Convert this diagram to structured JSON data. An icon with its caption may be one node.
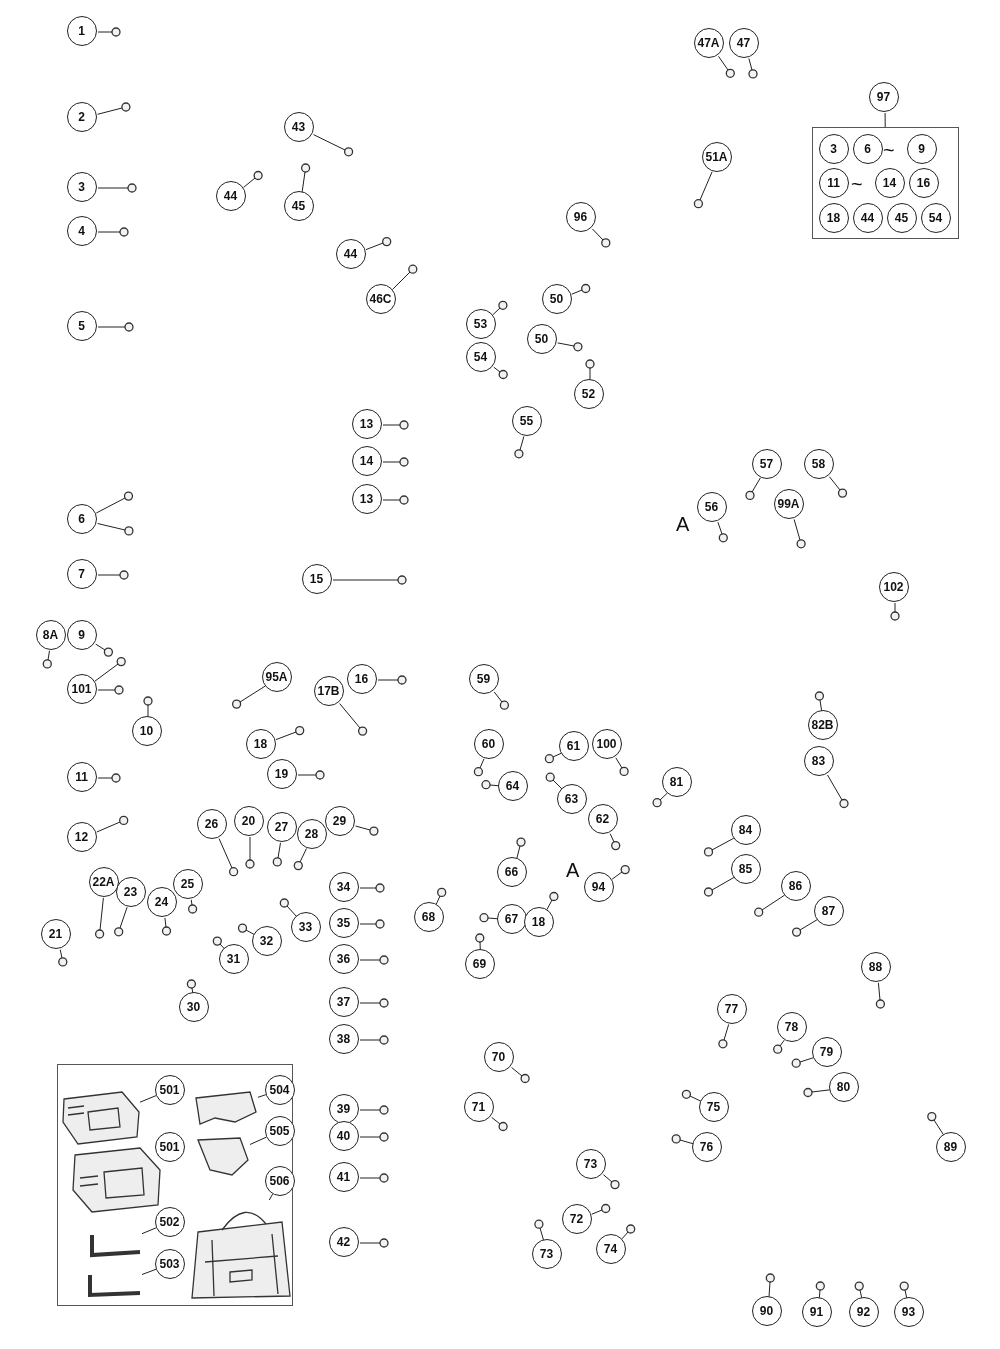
{
  "diagram": {
    "nodes": [
      {
        "text": [
          "1"
        ]
      },
      {
        "text": [
          "2"
        ]
      },
      {
        "text": [
          "3"
        ]
      },
      {
        "text": [
          "4"
        ]
      },
      {
        "text": [
          "5"
        ]
      },
      {
        "text": [
          "6"
        ]
      },
      {
        "text": [
          "7"
        ]
      },
      {
        "text": [
          "8A"
        ]
      },
      {
        "text": [
          "9"
        ]
      },
      {
        "text": [
          "101"
        ]
      },
      {
        "text": [
          "10"
        ]
      },
      {
        "text": [
          "11"
        ]
      },
      {
        "text": [
          "12"
        ]
      },
      {
        "text": [
          "43"
        ]
      },
      {
        "text": [
          "44"
        ]
      },
      {
        "text": [
          "45"
        ]
      },
      {
        "text": [
          "44"
        ]
      },
      {
        "text": [
          "46C"
        ]
      },
      {
        "text": [
          "53"
        ]
      },
      {
        "text": [
          "54"
        ]
      },
      {
        "text": [
          "50"
        ]
      },
      {
        "text": [
          "50"
        ]
      },
      {
        "text": [
          "52"
        ]
      },
      {
        "text": [
          "96"
        ]
      },
      {
        "text": [
          "51A"
        ]
      },
      {
        "text": [
          "47A"
        ]
      },
      {
        "text": [
          "47"
        ]
      },
      {
        "text": [
          "97"
        ]
      },
      {
        "text": [],
        "shape": "box"
      },
      {
        "text": [
          "3"
        ],
        "in": 28
      },
      {
        "text": [
          "6"
        ],
        "in": 28
      },
      {
        "text": [
          "9"
        ],
        "in": 28
      },
      {
        "text": [
          "11"
        ],
        "in": 28
      },
      {
        "text": [
          "14"
        ],
        "in": 28
      },
      {
        "text": [
          "16"
        ],
        "in": 28
      },
      {
        "text": [
          "18"
        ],
        "in": 28
      },
      {
        "text": [
          "44"
        ],
        "in": 28
      },
      {
        "text": [
          "45"
        ],
        "in": 28
      },
      {
        "text": [
          "54"
        ],
        "in": 28
      },
      {
        "text": [
          "13"
        ]
      },
      {
        "text": [
          "14"
        ]
      },
      {
        "text": [
          "13"
        ]
      },
      {
        "text": [
          "15"
        ]
      },
      {
        "text": [
          "16"
        ]
      },
      {
        "text": [
          "95A"
        ]
      },
      {
        "text": [
          "17B"
        ]
      },
      {
        "text": [
          "18"
        ]
      },
      {
        "text": [
          "19"
        ]
      },
      {
        "text": [
          "20"
        ]
      },
      {
        "text": [
          "26"
        ]
      },
      {
        "text": [
          "27"
        ]
      },
      {
        "text": [
          "28"
        ]
      },
      {
        "text": [
          "29"
        ]
      },
      {
        "text": [
          "22A"
        ]
      },
      {
        "text": [
          "21"
        ]
      },
      {
        "text": [
          "23"
        ]
      },
      {
        "text": [
          "24"
        ]
      },
      {
        "text": [
          "25"
        ]
      },
      {
        "text": [
          "30"
        ]
      },
      {
        "text": [
          "31"
        ]
      },
      {
        "text": [
          "32"
        ]
      },
      {
        "text": [
          "33"
        ]
      },
      {
        "text": [
          "34"
        ]
      },
      {
        "text": [
          "35"
        ]
      },
      {
        "text": [
          "36"
        ]
      },
      {
        "text": [
          "37"
        ]
      },
      {
        "text": [
          "38"
        ]
      },
      {
        "text": [
          "39"
        ]
      },
      {
        "text": [
          "40"
        ]
      },
      {
        "text": [
          "41"
        ]
      },
      {
        "text": [
          "42"
        ]
      },
      {
        "text": [
          "55"
        ]
      },
      {
        "text": [
          "56"
        ]
      },
      {
        "text": [
          "57"
        ]
      },
      {
        "text": [
          "58"
        ]
      },
      {
        "text": [
          "99A"
        ]
      },
      {
        "text": [
          "102"
        ]
      },
      {
        "text": [
          "59"
        ]
      },
      {
        "text": [
          "60"
        ]
      },
      {
        "text": [
          "61"
        ]
      },
      {
        "text": [
          "64"
        ]
      },
      {
        "text": [
          "63"
        ]
      },
      {
        "text": [
          "62"
        ]
      },
      {
        "text": [
          "100"
        ]
      },
      {
        "text": [
          "82B"
        ]
      },
      {
        "text": [
          "83"
        ]
      },
      {
        "text": [
          "81"
        ]
      },
      {
        "text": [
          "84"
        ]
      },
      {
        "text": [
          "85"
        ]
      },
      {
        "text": [
          "86"
        ]
      },
      {
        "text": [
          "87"
        ]
      },
      {
        "text": [
          "88"
        ]
      },
      {
        "text": [
          "66"
        ]
      },
      {
        "text": [
          "67"
        ]
      },
      {
        "text": [
          "68"
        ]
      },
      {
        "text": [
          "69"
        ]
      },
      {
        "text": [
          "18"
        ]
      },
      {
        "text": [
          "94"
        ]
      },
      {
        "text": [
          "77"
        ]
      },
      {
        "text": [
          "78"
        ]
      },
      {
        "text": [
          "79"
        ]
      },
      {
        "text": [
          "80"
        ]
      },
      {
        "text": [
          "75"
        ]
      },
      {
        "text": [
          "76"
        ]
      },
      {
        "text": [
          "70"
        ]
      },
      {
        "text": [
          "71"
        ]
      },
      {
        "text": [
          "73"
        ]
      },
      {
        "text": [
          "72"
        ]
      },
      {
        "text": [
          "73"
        ]
      },
      {
        "text": [
          "74"
        ]
      },
      {
        "text": [
          "89"
        ]
      },
      {
        "text": [
          "90"
        ]
      },
      {
        "text": [
          "91"
        ]
      },
      {
        "text": [
          "92"
        ]
      },
      {
        "text": [
          "93"
        ]
      },
      {
        "text": [],
        "shape": "box"
      },
      {
        "text": [
          "501"
        ],
        "in": 115
      },
      {
        "text": [
          "504"
        ],
        "in": 115
      },
      {
        "text": [
          "505"
        ],
        "in": 115
      },
      {
        "text": [
          "501"
        ],
        "in": 115
      },
      {
        "text": [
          "506"
        ],
        "in": 115
      },
      {
        "text": [
          "502"
        ],
        "in": 115
      },
      {
        "text": [
          "503"
        ],
        "in": 115
      },
      {
        "text": [],
        "shape": "picture",
        "in": 115
      },
      {
        "text": [],
        "shape": "picture",
        "in": 115
      },
      {
        "text": [],
        "shape": "picture",
        "in": 115
      },
      {
        "text": [],
        "shape": "picture",
        "in": 115
      },
      {
        "text": [],
        "shape": "picture",
        "in": 115
      },
      {
        "text": [],
        "shape": "picture",
        "in": 115
      },
      {
        "text": [],
        "shape": "picture",
        "in": 115
      }
    ],
    "edges": [
      {
        "from": 0,
        "to": null,
        "arrow": "none"
      },
      {
        "from": 1,
        "to": null,
        "arrow": "none"
      },
      {
        "from": 2,
        "to": null,
        "arrow": "none"
      },
      {
        "from": 3,
        "to": null,
        "arrow": "none"
      },
      {
        "from": 4,
        "to": null,
        "arrow": "none"
      },
      {
        "from": 5,
        "to": null,
        "arrow": "none"
      },
      {
        "from": 5,
        "to": null,
        "arrow": "none"
      },
      {
        "from": 6,
        "to": null,
        "arrow": "none"
      },
      {
        "from": 7,
        "to": null,
        "arrow": "none"
      },
      {
        "from": 8,
        "to": null,
        "arrow": "none"
      },
      {
        "from": 9,
        "to": null,
        "arrow": "none"
      },
      {
        "from": 9,
        "to": null,
        "arrow": "none"
      },
      {
        "from": 10,
        "to": null,
        "arrow": "none"
      },
      {
        "from": 11,
        "to": null,
        "arrow": "none"
      },
      {
        "from": 12,
        "to": null,
        "arrow": "none"
      },
      {
        "from": 13,
        "to": null,
        "arrow": "none"
      },
      {
        "from": 14,
        "to": null,
        "arrow": "none"
      },
      {
        "from": 15,
        "to": null,
        "arrow": "none"
      },
      {
        "from": 16,
        "to": null,
        "arrow": "none"
      },
      {
        "from": 17,
        "to": null,
        "arrow": "none"
      },
      {
        "from": 18,
        "to": null,
        "arrow": "none"
      },
      {
        "from": 19,
        "to": null,
        "arrow": "none"
      },
      {
        "from": 20,
        "to": null,
        "arrow": "none"
      },
      {
        "from": 21,
        "to": null,
        "arrow": "none"
      },
      {
        "from": 22,
        "to": null,
        "arrow": "none"
      },
      {
        "from": 23,
        "to": null,
        "arrow": "none"
      },
      {
        "from": 24,
        "to": null,
        "arrow": "none"
      },
      {
        "from": 25,
        "to": null,
        "arrow": "none"
      },
      {
        "from": 26,
        "to": null,
        "arrow": "none"
      },
      {
        "from": 27,
        "to": 28,
        "arrow": "none"
      },
      {
        "from": 39,
        "to": null,
        "arrow": "none"
      },
      {
        "from": 40,
        "to": null,
        "arrow": "none"
      },
      {
        "from": 41,
        "to": null,
        "arrow": "none"
      },
      {
        "from": 42,
        "to": null,
        "arrow": "none"
      },
      {
        "from": 43,
        "to": null,
        "arrow": "none"
      },
      {
        "from": 44,
        "to": null,
        "arrow": "none"
      },
      {
        "from": 45,
        "to": null,
        "arrow": "none"
      },
      {
        "from": 46,
        "to": null,
        "arrow": "none"
      },
      {
        "from": 47,
        "to": null,
        "arrow": "none"
      },
      {
        "from": 48,
        "to": null,
        "arrow": "none"
      },
      {
        "from": 49,
        "to": null,
        "arrow": "none"
      },
      {
        "from": 50,
        "to": null,
        "arrow": "none"
      },
      {
        "from": 51,
        "to": null,
        "arrow": "none"
      },
      {
        "from": 52,
        "to": null,
        "arrow": "none"
      },
      {
        "from": 53,
        "to": null,
        "arrow": "none"
      },
      {
        "from": 54,
        "to": null,
        "arrow": "none"
      },
      {
        "from": 55,
        "to": null,
        "arrow": "none"
      },
      {
        "from": 56,
        "to": null,
        "arrow": "none"
      },
      {
        "from": 57,
        "to": null,
        "arrow": "none"
      },
      {
        "from": 58,
        "to": null,
        "arrow": "none"
      },
      {
        "from": 59,
        "to": null,
        "arrow": "none"
      },
      {
        "from": 60,
        "to": null,
        "arrow": "none"
      },
      {
        "from": 61,
        "to": null,
        "arrow": "none"
      },
      {
        "from": 62,
        "to": null,
        "arrow": "none"
      },
      {
        "from": 63,
        "to": null,
        "arrow": "none"
      },
      {
        "from": 64,
        "to": null,
        "arrow": "none"
      },
      {
        "from": 65,
        "to": null,
        "arrow": "none"
      },
      {
        "from": 66,
        "to": null,
        "arrow": "none"
      },
      {
        "from": 67,
        "to": null,
        "arrow": "none"
      },
      {
        "from": 68,
        "to": null,
        "arrow": "none"
      },
      {
        "from": 69,
        "to": null,
        "arrow": "none"
      },
      {
        "from": 70,
        "to": null,
        "arrow": "none"
      },
      {
        "from": 71,
        "to": null,
        "arrow": "none"
      },
      {
        "from": 72,
        "to": null,
        "arrow": "none"
      },
      {
        "from": 73,
        "to": null,
        "arrow": "none"
      },
      {
        "from": 74,
        "to": null,
        "arrow": "none"
      },
      {
        "from": 75,
        "to": null,
        "arrow": "none"
      },
      {
        "from": 76,
        "to": null,
        "arrow": "none"
      },
      {
        "from": 77,
        "to": null,
        "arrow": "none"
      },
      {
        "from": 78,
        "to": null,
        "arrow": "none"
      },
      {
        "from": 79,
        "to": null,
        "arrow": "none"
      },
      {
        "from": 80,
        "to": null,
        "arrow": "none"
      },
      {
        "from": 81,
        "to": null,
        "arrow": "none"
      },
      {
        "from": 82,
        "to": null,
        "arrow": "none"
      },
      {
        "from": 83,
        "to": null,
        "arrow": "none"
      },
      {
        "from": 84,
        "to": null,
        "arrow": "none"
      },
      {
        "from": 85,
        "to": null,
        "arrow": "none"
      },
      {
        "from": 86,
        "to": null,
        "arrow": "none"
      },
      {
        "from": 87,
        "to": null,
        "arrow": "none"
      },
      {
        "from": 88,
        "to": null,
        "arrow": "none"
      },
      {
        "from": 89,
        "to": null,
        "arrow": "none"
      },
      {
        "from": 90,
        "to": null,
        "arrow": "none"
      },
      {
        "from": 91,
        "to": null,
        "arrow": "none"
      },
      {
        "from": 92,
        "to": null,
        "arrow": "none"
      },
      {
        "from": 93,
        "to": null,
        "arrow": "none"
      },
      {
        "from": 94,
        "to": null,
        "arrow": "none"
      },
      {
        "from": 95,
        "to": null,
        "arrow": "none"
      },
      {
        "from": 96,
        "to": null,
        "arrow": "none"
      },
      {
        "from": 97,
        "to": null,
        "arrow": "none"
      },
      {
        "from": 98,
        "to": null,
        "arrow": "none"
      },
      {
        "from": 99,
        "to": null,
        "arrow": "none"
      },
      {
        "from": 100,
        "to": null,
        "arrow": "none"
      },
      {
        "from": 101,
        "to": null,
        "arrow": "none"
      },
      {
        "from": 102,
        "to": null,
        "arrow": "none"
      },
      {
        "from": 103,
        "to": null,
        "arrow": "none"
      },
      {
        "from": 104,
        "to": null,
        "arrow": "none"
      },
      {
        "from": 105,
        "to": null,
        "arrow": "none"
      },
      {
        "from": 106,
        "to": null,
        "arrow": "none"
      },
      {
        "from": 107,
        "to": null,
        "arrow": "none"
      },
      {
        "from": 108,
        "to": null,
        "arrow": "none"
      },
      {
        "from": 109,
        "to": null,
        "arrow": "none"
      },
      {
        "from": 110,
        "to": null,
        "arrow": "none"
      },
      {
        "from": 111,
        "to": null,
        "arrow": "none"
      },
      {
        "from": 112,
        "to": null,
        "arrow": "none"
      },
      {
        "from": 113,
        "to": null,
        "arrow": "none"
      },
      {
        "from": 114,
        "to": null,
        "arrow": "none"
      },
      {
        "from": 116,
        "to": 123,
        "arrow": "none"
      },
      {
        "from": 117,
        "to": 124,
        "arrow": "none"
      },
      {
        "from": 118,
        "to": 125,
        "arrow": "none"
      },
      {
        "from": 119,
        "to": 126,
        "arrow": "none"
      },
      {
        "from": 120,
        "to": 127,
        "arrow": "none"
      },
      {
        "from": 121,
        "to": 128,
        "arrow": "none"
      },
      {
        "from": 122,
        "to": 129,
        "arrow": "none"
      }
    ],
    "labels": [
      "~",
      "~",
      "A",
      "A"
    ]
  }
}
